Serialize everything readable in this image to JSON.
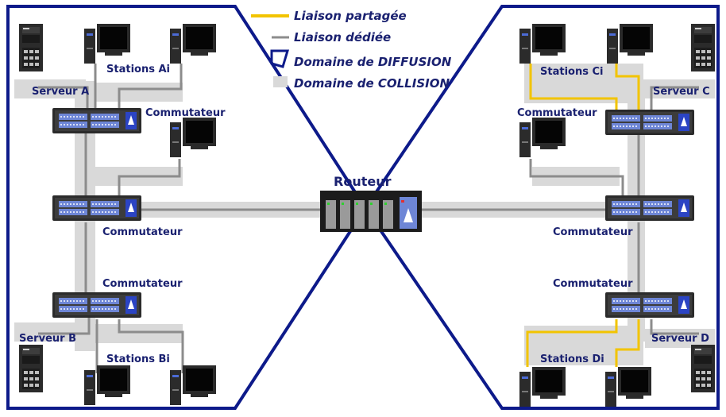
{
  "legend": {
    "shared_link": "Liaison partagée",
    "dedicated_link": "Liaison dédiée",
    "broadcast_domain": "Domaine de DIFFUSION",
    "collision_domain": "Domaine de COLLISION"
  },
  "labels": {
    "server_a": "Serveur A",
    "server_b": "Serveur B",
    "server_c": "Serveur C",
    "server_d": "Serveur D",
    "stations_ai": "Stations Ai",
    "stations_bi": "Stations Bi",
    "stations_ci": "Stations Ci",
    "stations_di": "Stations Di",
    "switch": "Commutateur",
    "router": "Routeur"
  },
  "colors": {
    "broadcast_border": "#0d1a8a",
    "shared_link": "#f2c400",
    "dedicated_link": "#8c8c8c",
    "collision_fill": "#d9d9d9",
    "text": "#1a2170"
  }
}
